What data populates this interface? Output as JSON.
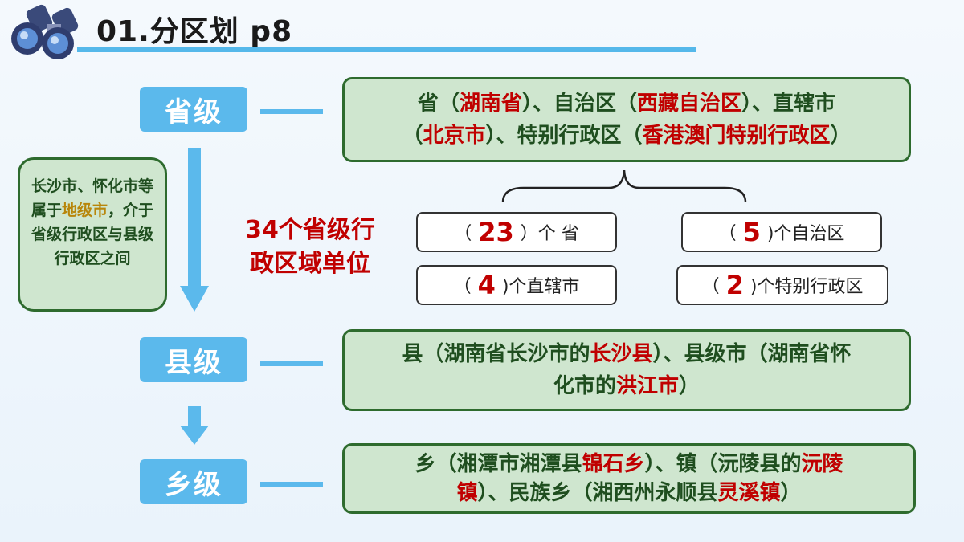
{
  "title": "01.分区划  p8",
  "levels": {
    "province": "省级",
    "county": "县级",
    "township": "乡级"
  },
  "province_box": {
    "l1_a": "省（",
    "l1_b": "湖南省",
    "l1_c": "）、自治区（",
    "l1_d": "西藏自治区",
    "l1_e": "）、直辖市",
    "l2_a": "（",
    "l2_b": "北京市",
    "l2_c": "）、特别行政区（",
    "l2_d": "香港澳门特别行政区",
    "l2_e": "）"
  },
  "county_box": {
    "l1_a": "县（湖南省长沙市的",
    "l1_b": "长沙县",
    "l1_c": "）、县级市（湖南省怀",
    "l2_a": "化市的",
    "l2_b": "洪江市",
    "l2_c": "）"
  },
  "township_box": {
    "l1_a": "乡（湘潭市湘潭县",
    "l1_b": "锦石乡",
    "l1_c": "）、镇（沅陵县的",
    "l1_d": "沅陵",
    "l2_a": "镇",
    "l2_b": "）、民族乡（湘西州永顺县",
    "l2_c": "灵溪镇",
    "l2_d": "）"
  },
  "note": {
    "a": "长沙市、怀化市等属于",
    "b": "地级市",
    "c": "，介于省级行政区与县级行政区之间"
  },
  "count_title": {
    "l1": "34个省级行",
    "l2": "政区域单位"
  },
  "counts": [
    {
      "open": "（",
      "num": "23",
      "close": "）个 省"
    },
    {
      "open": "（",
      "num": "5",
      "close": ")个自治区"
    },
    {
      "open": "（",
      "num": "4",
      "close": ")个直辖市"
    },
    {
      "open": "（",
      "num": "2",
      "close": ")个特别行政区"
    }
  ],
  "colors": {
    "accent_blue": "#5bb9ec",
    "box_green_fill": "#cfe6cf",
    "box_green_border": "#2e6b2e",
    "highlight_red": "#c00000",
    "highlight_gold": "#b8860b"
  }
}
